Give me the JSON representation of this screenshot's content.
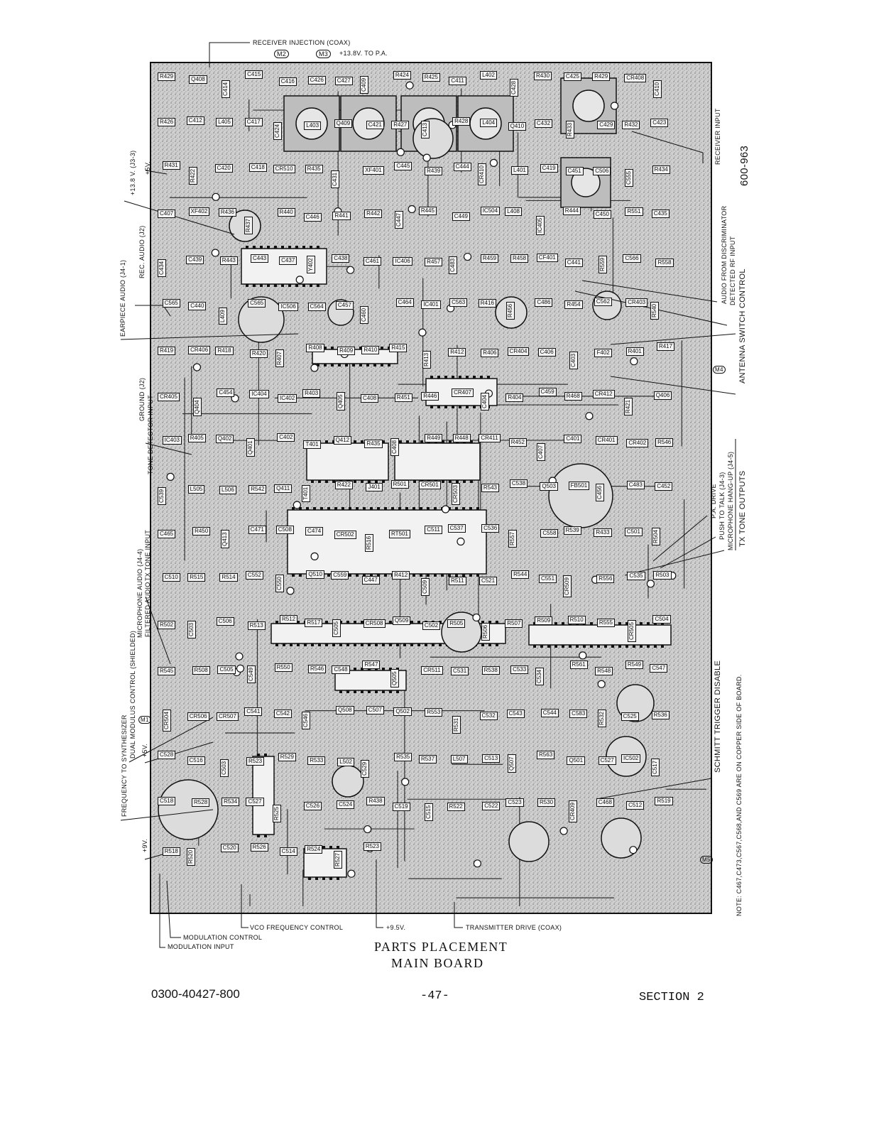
{
  "header_callouts": {
    "receiver_injection": "RECEIVER INJECTION (COAX)",
    "m2": "M2",
    "m3": "M3",
    "to_pa": "+13.8V. TO P.A."
  },
  "right_callouts": {
    "receiver_input": "RECEIVER INPUT",
    "doc_number": "600-963",
    "audio_from_discriminator": "AUDIO FROM DISCRIMINATOR",
    "detected_rf_input": "DETECTED RF INPUT",
    "antenna_switch_control": "ANTENNA SWITCH CONTROL",
    "m4": "M4",
    "pa_drive": "P.A. DRIVE",
    "push_to_talk": "PUSH TO TALK (J4-3)",
    "microphone_hang_up": "MICROPHONE HANG-UP (J4-5)",
    "tx_tone_outputs": "TX TONE OUTPUTS",
    "schmitt_trigger_disable": "SCHMITT TRIGGER DISABLE",
    "note": "NOTE: C467,C473,C567,C568,AND C569 ARE ON COPPER SIDE OF BOARD.",
    "m5": "M5"
  },
  "left_callouts": {
    "plus_5v": "+5V.",
    "plus_138v_j3": "+13.8 V. (J3-3)",
    "earpiece_audio": "EARPIECE AUDIO (J4-1)",
    "rec_audio": "REC. AUDIO (J2)",
    "ground_j2": "GROUND (J2)",
    "tone_detector_input": "TONE DETECTOR INPUT",
    "tx_tone_input": "TX TONE INPUT",
    "microphone_audio": "MICROPHONE AUDIO (J4-4)",
    "filtered_audio": "FILTERED AUDIO",
    "dual_modulus_control": "DUAL MODULUS CONTROL (SHIELDED)",
    "frequency_to_synthesizer": "FREQUENCY TO SYNTHESIZER",
    "m1": "M1",
    "plus_5v_b": "+5V.",
    "plus_9v": "+9V."
  },
  "bottom_callouts": {
    "vco_frequency_control": "VCO FREQUENCY CONTROL",
    "plus_95v": "+9.5V.",
    "transmitter_drive": "TRANSMITTER DRIVE (COAX)",
    "modulation_control": "MODULATION CONTROL",
    "modulation_input": "MODULATION INPUT"
  },
  "title": {
    "line1": "PARTS PLACEMENT",
    "line2": "MAIN BOARD"
  },
  "footer": {
    "part_number": "0300-40427-800",
    "page": "-47-",
    "section": "SECTION  2"
  },
  "components": [
    "R429",
    "Q408",
    "C414",
    "C415",
    "C416",
    "C426",
    "C427",
    "C409",
    "R424",
    "R425",
    "C411",
    "L402",
    "C428",
    "R430",
    "C425",
    "R429",
    "CR408",
    "C410",
    "R426",
    "C412",
    "L405",
    "C417",
    "C424",
    "L403",
    "Q409",
    "C421",
    "R427",
    "C413",
    "R428",
    "L404",
    "Q410",
    "C432",
    "R433",
    "C429",
    "R432",
    "C423",
    "R431",
    "R422",
    "C420",
    "C418",
    "CR510",
    "R435",
    "C431",
    "XF401",
    "C445",
    "R439",
    "C444",
    "CR410",
    "L401",
    "C419",
    "C451",
    "C506",
    "C555",
    "R434",
    "C407",
    "XF402",
    "R436",
    "R437",
    "R440",
    "C446",
    "R441",
    "R442",
    "C447",
    "R445",
    "C449",
    "IC504",
    "L408",
    "IC405",
    "R444",
    "C450",
    "R551",
    "C435",
    "C434",
    "C439",
    "R443",
    "C443",
    "C437",
    "Y402",
    "C438",
    "C461",
    "IC406",
    "R457",
    "C483",
    "R459",
    "R458",
    "CF401",
    "C441",
    "R559",
    "C566",
    "R558",
    "C565",
    "C440",
    "L409",
    "C565",
    "IC506",
    "C564",
    "C457",
    "C460",
    "C464",
    "IC401",
    "C563",
    "R416",
    "R456",
    "C486",
    "R454",
    "C562",
    "CR403",
    "R540",
    "R419",
    "CR406",
    "R418",
    "R420",
    "R407",
    "R408",
    "R409",
    "R410",
    "R415",
    "R413",
    "R412",
    "R406",
    "CR404",
    "C406",
    "C403",
    "F402",
    "R401",
    "R417",
    "CR405",
    "Q404",
    "C454",
    "IC404",
    "IC402",
    "R403",
    "Q405",
    "C408",
    "R451",
    "R446",
    "CR407",
    "C404",
    "R404",
    "C459",
    "R468",
    "CR412",
    "R421",
    "Q406",
    "IC403",
    "R405",
    "Q402",
    "Q401",
    "C402",
    "T401",
    "Q412",
    "R435",
    "C408",
    "R449",
    "R448",
    "CR411",
    "R452",
    "C407",
    "C401",
    "CR401",
    "CR402",
    "R546",
    "C539",
    "L505",
    "L506",
    "R542",
    "Q411",
    "T401",
    "R422",
    "J401",
    "R501",
    "CR501",
    "CR503",
    "R543",
    "C538",
    "Q503",
    "FB501",
    "C456",
    "C483",
    "C452",
    "C465",
    "R450",
    "Q413",
    "C471",
    "C508",
    "C474",
    "CR502",
    "R516",
    "RT501",
    "C511",
    "C537",
    "C536",
    "R557",
    "C558",
    "R539",
    "R433",
    "C501",
    "R504",
    "C510",
    "R515",
    "R514",
    "C552",
    "C550",
    "Q510",
    "C559",
    "C447",
    "R412",
    "C509",
    "R511",
    "C521",
    "R544",
    "C551",
    "CR509",
    "R556",
    "C535",
    "R503",
    "R502",
    "C503",
    "C506",
    "R513",
    "R512",
    "R517",
    "C505",
    "CR508",
    "Q509",
    "C502",
    "R505",
    "R506",
    "R507",
    "R509",
    "R510",
    "R555",
    "CR505",
    "C504",
    "R545",
    "R508",
    "C505",
    "C549",
    "R550",
    "R546",
    "C548",
    "R547",
    "Q505",
    "CR511",
    "C531",
    "R538",
    "C533",
    "C534",
    "R561",
    "R548",
    "R549",
    "C547",
    "CR504",
    "CR506",
    "CR507",
    "C541",
    "C542",
    "C546",
    "Q508",
    "C507",
    "Q502",
    "R553",
    "R531",
    "C532",
    "C543",
    "C544",
    "C583",
    "R532",
    "C525",
    "R536",
    "C528",
    "C516",
    "C503",
    "R523",
    "R529",
    "R533",
    "L502",
    "C529",
    "R535",
    "R537",
    "L507",
    "C513",
    "Q507",
    "R563",
    "Q501",
    "C527",
    "IC502",
    "C517",
    "C518",
    "R528",
    "R534",
    "C527",
    "R525",
    "C526",
    "C524",
    "R438",
    "C519",
    "C515",
    "R522",
    "C522",
    "C523",
    "R530",
    "CR409",
    "C468",
    "C512",
    "R519",
    "R518",
    "R520",
    "C520",
    "R526",
    "C514",
    "R524",
    "R527",
    "R523"
  ]
}
